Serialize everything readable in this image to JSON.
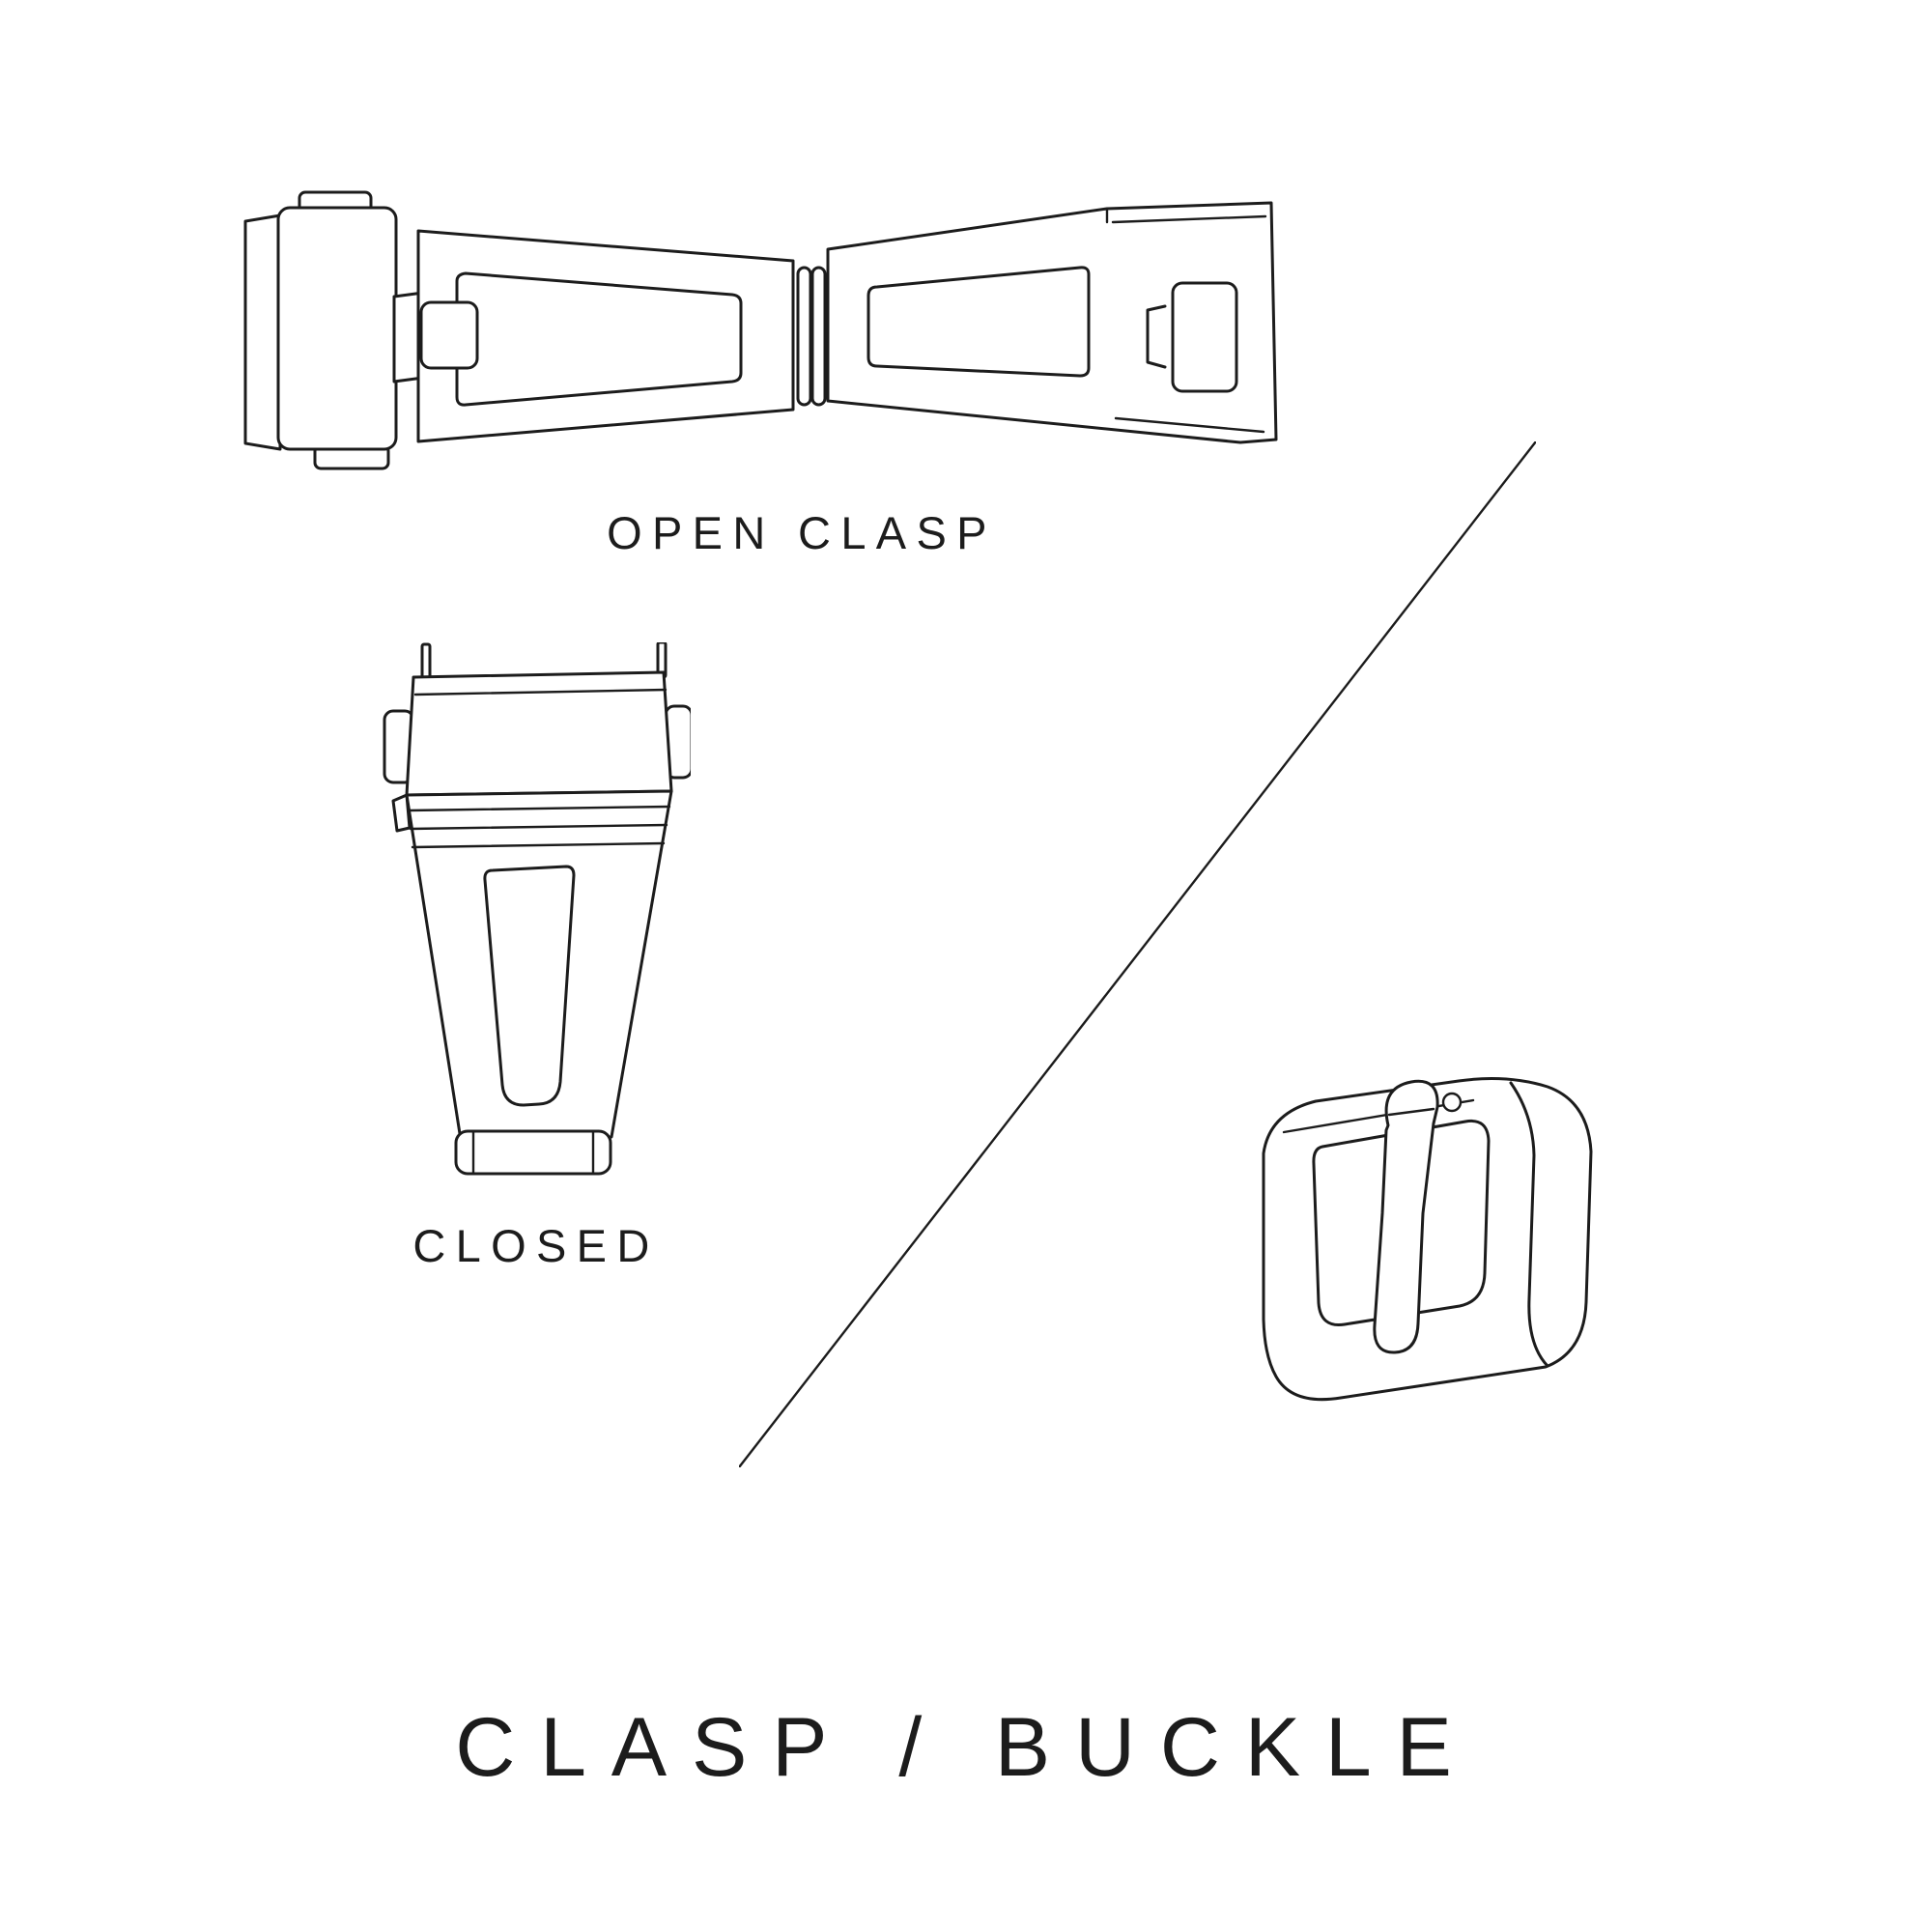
{
  "page": {
    "background_color": "#ffffff",
    "line_color": "#1c1c1c",
    "title": "CLASP / BUCKLE"
  },
  "figures": {
    "open_clasp": {
      "icon": "open-clasp-illustration",
      "label": "OPEN CLASP"
    },
    "closed_clasp": {
      "icon": "closed-clasp-illustration",
      "label": "CLOSED"
    },
    "tang_buckle": {
      "icon": "tang-buckle-illustration"
    }
  },
  "divider": {
    "icon": "diagonal-divider-line"
  }
}
